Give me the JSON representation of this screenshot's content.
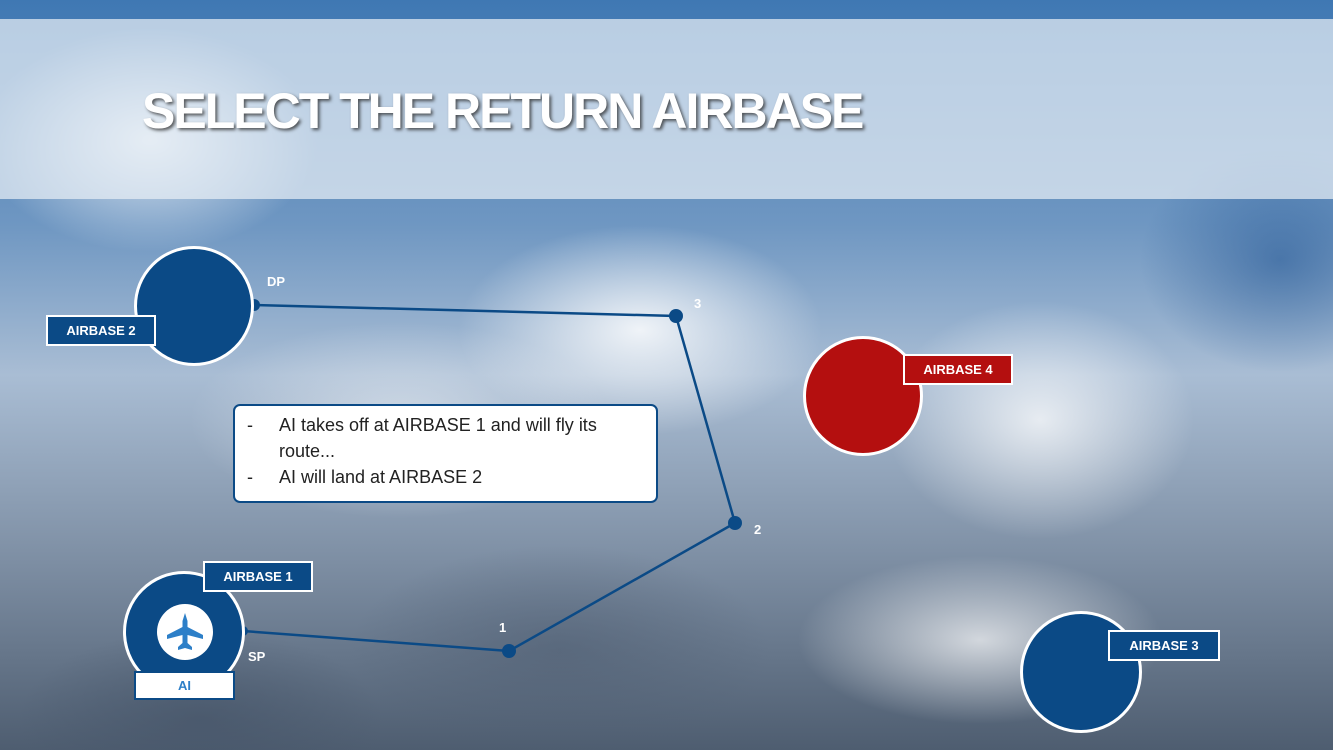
{
  "title": "SELECT THE RETURN AIRBASE",
  "airbases": {
    "a1": {
      "label": "AIRBASE 1",
      "color": "#0b4a86"
    },
    "a2": {
      "label": "AIRBASE 2",
      "color": "#0b4a86"
    },
    "a3": {
      "label": "AIRBASE 3",
      "color": "#0b4a86"
    },
    "a4": {
      "label": "AIRBASE 4",
      "color": "#b40f0f"
    }
  },
  "ai_unit": {
    "label": "AI",
    "icon": "fighter-jet-icon"
  },
  "waypoints": {
    "sp": "SP",
    "wp1": "1",
    "wp2": "2",
    "wp3": "3",
    "dp": "DP"
  },
  "note": {
    "lines": [
      "AI takes off at AIRBASE 1 and will fly its route...",
      "AI will land at AIRBASE  2"
    ]
  }
}
